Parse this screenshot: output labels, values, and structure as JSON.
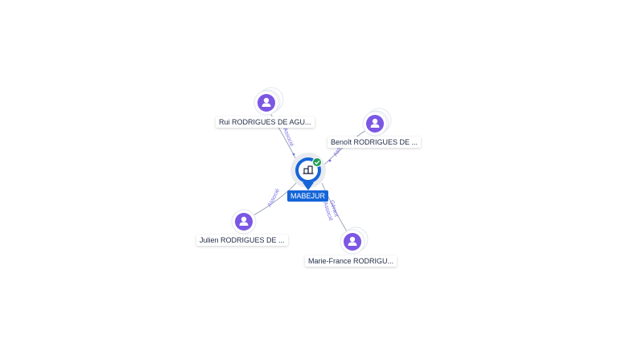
{
  "colors": {
    "company_blue": "#1565d8",
    "person_purple": "#7b57e4",
    "status_green": "#1e9e55",
    "edge_grey": "#8a93a8",
    "edge_label": "#7a6ee6"
  },
  "company": {
    "name": "MABEJUR",
    "icon": "building-icon",
    "status_icon": "check-icon"
  },
  "people": [
    {
      "key": "rui",
      "name": "Rui RODRIGUES DE AGU...",
      "relation": "Associé"
    },
    {
      "key": "benoit",
      "name": "Benoît RODRIGUES DE ...",
      "relation": "Associé"
    },
    {
      "key": "julien",
      "name": "Julien RODRIGUES DE ...",
      "relation": "Associé"
    },
    {
      "key": "marie",
      "name": "Marie-France RODRIGU...",
      "relation": "Gérant\nAssocié"
    }
  ]
}
